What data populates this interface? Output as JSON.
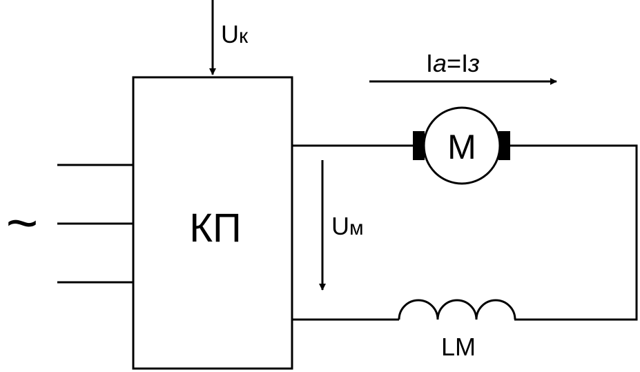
{
  "diagram": {
    "converter_label": "КП",
    "ac_symbol": "~",
    "control_voltage": {
      "main": "U",
      "sub": "к"
    },
    "current": {
      "main": "I",
      "sub_a": "а",
      "eq": "=I",
      "sub_z": "з"
    },
    "motor_label": "М",
    "motor_voltage": {
      "main": "U",
      "sub": "м"
    },
    "inductor_label": "LМ"
  }
}
